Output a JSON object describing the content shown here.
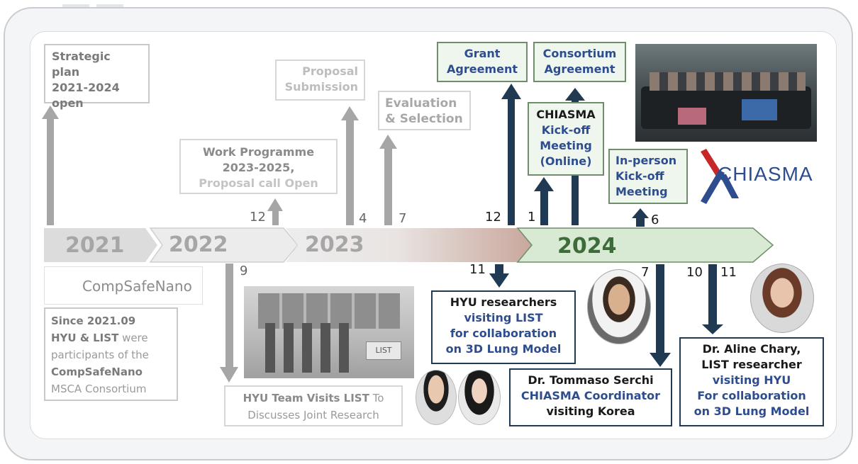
{
  "years": [
    "2021",
    "2022",
    "2023",
    "2024"
  ],
  "logos": {
    "compsafenano": "CompSafeNano",
    "chiasma": "CHIASMA"
  },
  "boxes": {
    "strategic_plan": [
      "Strategic plan",
      "2021-2024",
      "open"
    ],
    "work_programme": [
      "Work Programme",
      "2023-2025,",
      "Proposal call Open"
    ],
    "proposal_submission": [
      "Proposal",
      "Submission"
    ],
    "evaluation": [
      "Evaluation",
      "& Selection"
    ],
    "grant_agreement": [
      "Grant",
      "Agreement"
    ],
    "consortium_agreement": [
      "Consortium",
      "Agreement"
    ],
    "chiasma_kickoff": [
      "CHIASMA",
      "Kick-off",
      "Meeting",
      "(Online)"
    ],
    "inperson_kickoff": [
      "In-person",
      "Kick-off",
      "Meeting"
    ],
    "since_2021": {
      "l1": "Since 2021.09",
      "l2a": "HYU & LIST",
      "l2b": " were",
      "l3": "participants of the",
      "l4": "CompSafeNano",
      "l5": "MSCA Consortium"
    },
    "hyu_team": {
      "l1a": "HYU Team Visits LIST",
      "l1b": " To",
      "l2": "Discusses Joint Research"
    },
    "hyu_researchers": [
      "HYU researchers",
      "visiting LIST",
      "for collaboration",
      "on 3D Lung Model"
    ],
    "serchi": [
      "Dr. Tommaso Serchi",
      "CHIASMA Coordinator",
      "visiting Korea"
    ],
    "chary": [
      "Dr. Aline Chary,",
      "LIST researcher",
      "visiting HYU",
      "For collaboration",
      "on 3D Lung Model"
    ]
  },
  "markers": {
    "m12_2022": "12",
    "m4_2023": "4",
    "m7_2023": "7",
    "m12_2023": "12",
    "m1_2024": "1",
    "m6_2024": "6",
    "m9_2022": "9",
    "m11_2023": "11",
    "m7_2024": "7",
    "m10_2024": "10",
    "m11_2024": "11"
  },
  "photo_labels": {
    "building_sign": "LIST"
  },
  "colors": {
    "dark_arrow": "#1f3a52",
    "gray_arrow": "#a6a6a6",
    "green": "#d8ead4",
    "box_blue": "#2e4d8f"
  }
}
